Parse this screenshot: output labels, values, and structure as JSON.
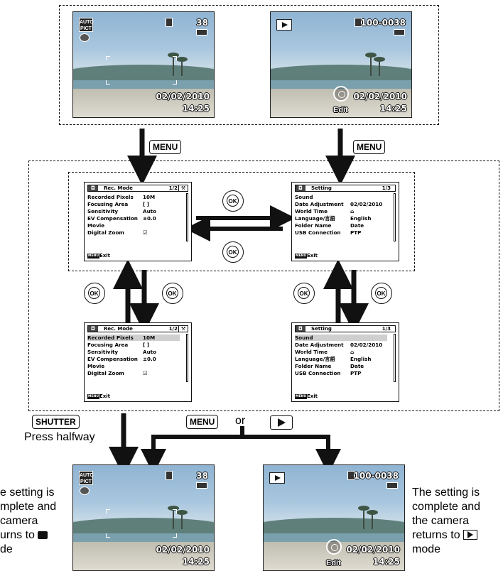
{
  "top_screens": {
    "capture": {
      "mode_badge": "AUTO\nPICT",
      "shots_remaining": "38",
      "date": "02/02/2010",
      "time": "14:25"
    },
    "playback": {
      "file_number": "100-0038",
      "date": "02/02/2010",
      "time": "14:25",
      "edit_label": "Edit"
    }
  },
  "buttons": {
    "menu": "MENU",
    "shutter": "SHUTTER",
    "ok": "OK"
  },
  "rec_menu": {
    "title": "Rec. Mode",
    "page": "1/2",
    "rows": [
      {
        "label": "Recorded Pixels",
        "value": "10M"
      },
      {
        "label": "Focusing Area",
        "value": "[ ]"
      },
      {
        "label": "Sensitivity",
        "value": "Auto"
      },
      {
        "label": "EV Compensation",
        "value": "±0.0"
      },
      {
        "label": "Movie",
        "value": ""
      },
      {
        "label": "Digital Zoom",
        "value": "☑"
      }
    ],
    "footer": "Exit"
  },
  "setting_menu": {
    "title": "Setting",
    "page": "1/3",
    "rows": [
      {
        "label": "Sound",
        "value": ""
      },
      {
        "label": "Date Adjustment",
        "value": "02/02/2010"
      },
      {
        "label": "World Time",
        "value": "⌂"
      },
      {
        "label": "Language/言語",
        "value": "English"
      },
      {
        "label": "Folder Name",
        "value": "Date"
      },
      {
        "label": "USB Connection",
        "value": "PTP"
      }
    ],
    "footer": "Exit"
  },
  "labels": {
    "press_halfway": "Press halfway",
    "or": "or"
  },
  "notes": {
    "left": [
      "e setting is",
      "mplete and",
      "camera",
      "urns to",
      "de"
    ],
    "right": [
      "The setting is",
      "complete and",
      "the camera",
      "returns to",
      "mode"
    ]
  },
  "bottom_screens": {
    "capture": {
      "shots_remaining": "38",
      "date": "02/02/2010",
      "time": "14:25"
    },
    "playback": {
      "file_number": "100-0038",
      "date": "02/02/2010",
      "time": "14:25",
      "edit_label": "Edit"
    }
  }
}
